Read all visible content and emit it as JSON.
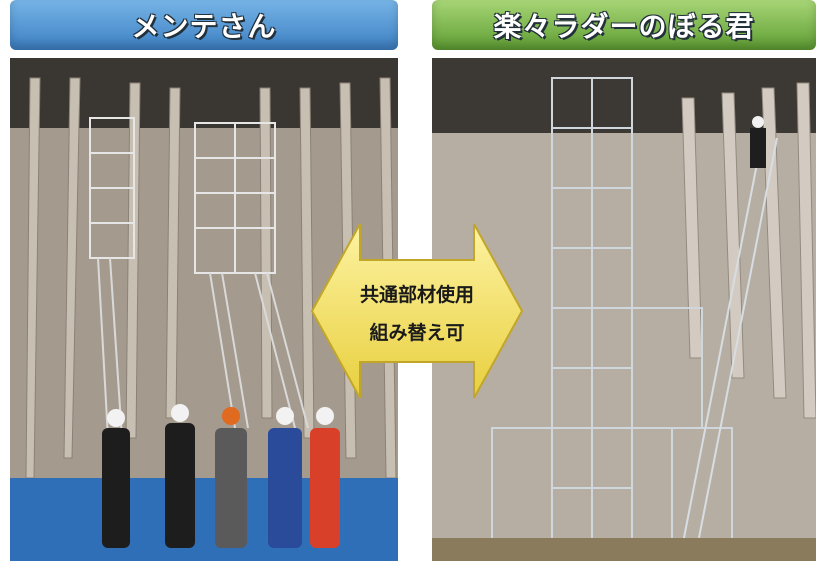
{
  "left": {
    "title": "メンテさん",
    "header_color": "#4a8fd1"
  },
  "right": {
    "title": "楽々ラダーのぼる君",
    "header_color": "#6fae40"
  },
  "center": {
    "line1": "共通部材使用",
    "line2": "組み替え可",
    "fill_color": "#f5e26a"
  }
}
